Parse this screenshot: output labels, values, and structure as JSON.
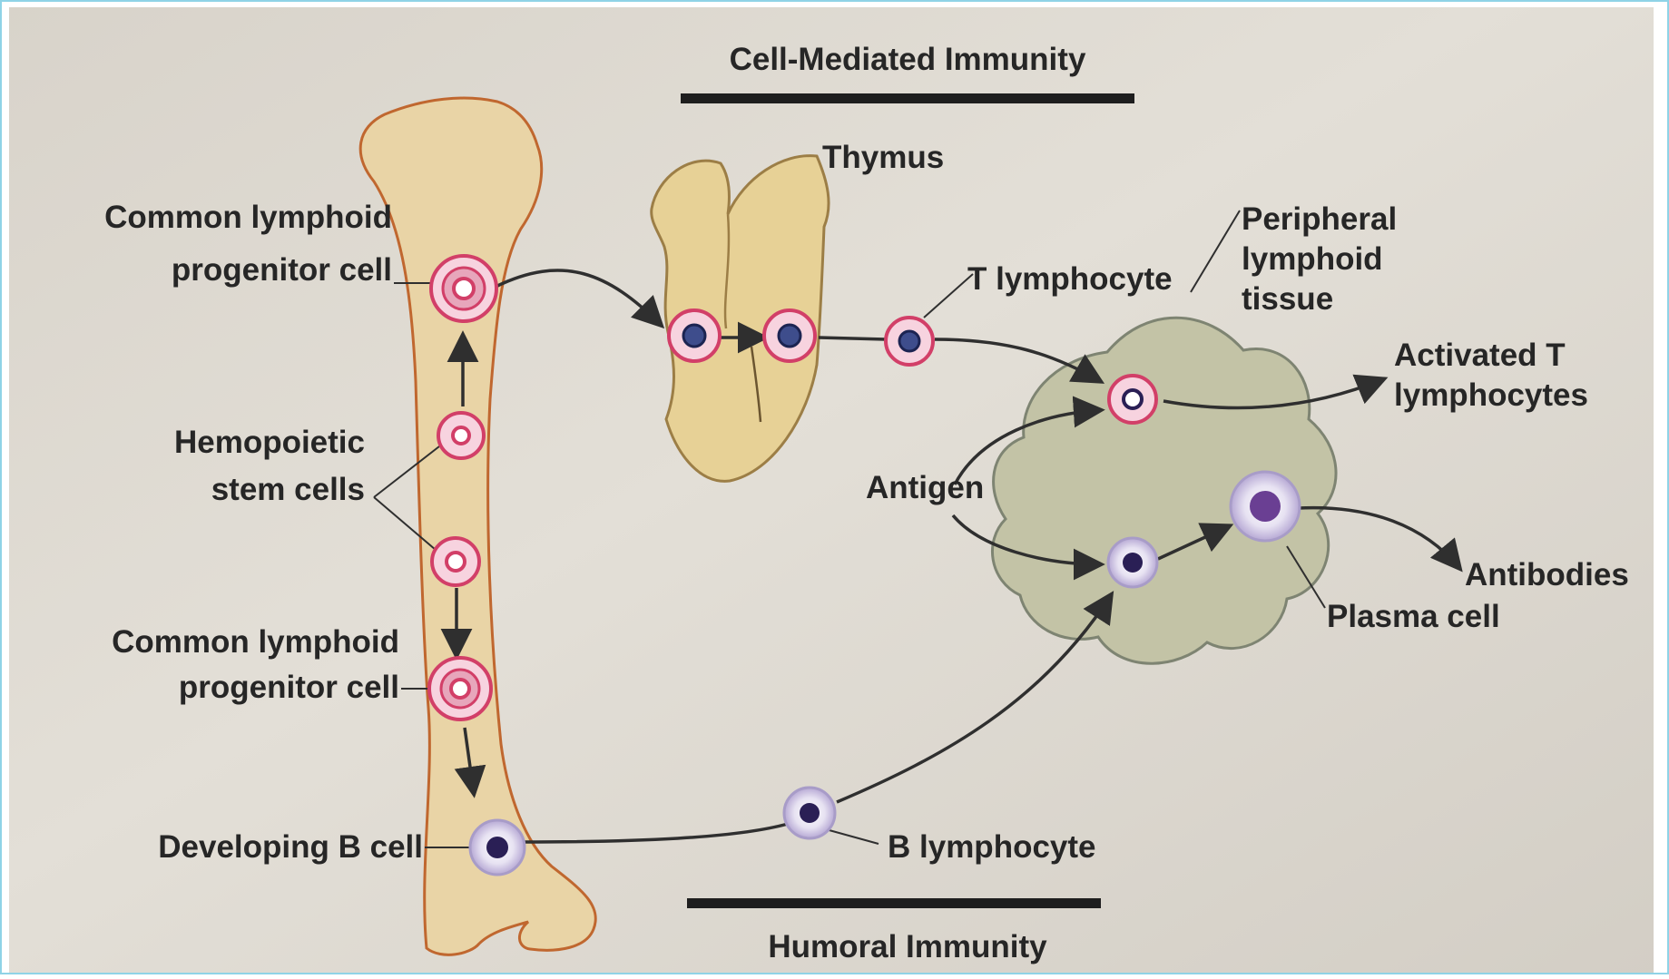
{
  "headers": {
    "cell_mediated": "Cell-Mediated Immunity",
    "humoral": "Humoral Immunity"
  },
  "labels": {
    "common_lymphoid_top_line1": "Common lymphoid",
    "common_lymphoid_top_line2": "progenitor cell",
    "hemopoietic_line1": "Hemopoietic",
    "hemopoietic_line2": "stem cells",
    "common_lymphoid_bottom_line1": "Common lymphoid",
    "common_lymphoid_bottom_line2": "progenitor cell",
    "developing_b_cell": "Developing B cell",
    "thymus": "Thymus",
    "t_lymphocyte": "T lymphocyte",
    "peripheral_line1": "Peripheral",
    "peripheral_line2": "lymphoid",
    "peripheral_line3": "tissue",
    "activated_line1": "Activated T",
    "activated_line2": "lymphocytes",
    "antigen": "Antigen",
    "antibodies": "Antibodies",
    "plasma_cell": "Plasma cell",
    "b_lymphocyte": "B lymphocyte"
  },
  "colors": {
    "paper": "#ddd8cf",
    "bone_fill": "#e9d4a6",
    "bone_stroke": "#c0672f",
    "thymus_fill": "#e7d196",
    "thymus_stroke": "#9c7e46",
    "tissue_fill": "#c3c3a6",
    "tissue_stroke": "#7e8472",
    "t_cell_ring": "#d23f68",
    "t_cell_fill": "#f7d3df",
    "b_cell_ring": "#a89cc8",
    "b_cell_fill": "#e6e0f0",
    "nucleus_dark": "#2a1f55",
    "nucleus_blue": "#3e4d8c",
    "header_bar": "#1e1e1e",
    "arrow": "#2f2f2f"
  }
}
